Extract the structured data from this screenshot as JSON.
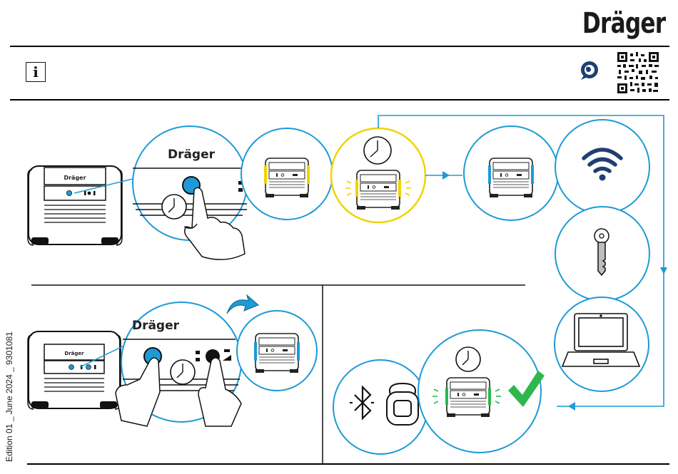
{
  "header": {
    "brand": "Dräger",
    "info_icon": "i",
    "language_icon": "globe-chat-icon",
    "qr_icon": "qr-code-icon"
  },
  "footer": {
    "edition": "Edition 01 _ June 2024 _ 9301081"
  },
  "device": {
    "brand_label": "Dräger"
  },
  "colors": {
    "accent_blue": "#1e9ad6",
    "dark_blue": "#1f3f74",
    "status_yellow": "#f2d200",
    "status_green": "#2cb84c",
    "line_black": "#111111"
  },
  "icons": [
    "clock-icon",
    "wifi-icon",
    "key-icon",
    "laptop-icon",
    "bluetooth-icon",
    "breathalyzer-icon",
    "checkmark-icon",
    "finger-press-icon",
    "curved-arrow-icon"
  ]
}
